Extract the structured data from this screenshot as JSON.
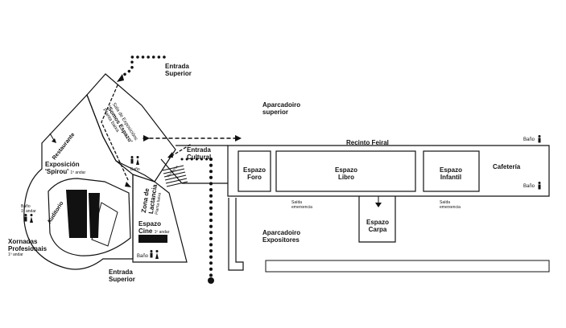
{
  "labels": {
    "entrada_superior_top": [
      "Entrada",
      "Superior"
    ],
    "entrada_superior_bottom": [
      "Entrada",
      "Superior"
    ],
    "aparcadoiro_superior": [
      "Aparcadoiro",
      "superior"
    ],
    "aparcadoiro_expositores": [
      "Aparcadoiro",
      "Expositores"
    ],
    "recinto_feiral": "Recinto Feiral",
    "espazo_foro": [
      "Espazo",
      "Foro"
    ],
    "espazo_libro": [
      "Espazo",
      "Libro"
    ],
    "espazo_infantil": [
      "Espazo",
      "Infantil"
    ],
    "cafeteria": "Cafetería",
    "espazo_carpa": [
      "Espazo",
      "Carpa"
    ],
    "saida_emergencia_1": [
      "Saída",
      "emerxencia"
    ],
    "saida_emergencia_2": [
      "Saída",
      "emerxencia"
    ],
    "entrada_cultural": [
      "Entrada",
      "Cultural"
    ],
    "espazo_cine": [
      "Espazo",
      "Cine"
    ],
    "cine_floor": "1º andar",
    "zona_lactancia": [
      "Zona de",
      "Lactancia"
    ],
    "lactancia_floor": "Planta baixa",
    "exposicion_spirou": [
      "Exposición",
      "'Spirou'"
    ],
    "spirou_floor": "1º andar",
    "restaurante": "Restaurante",
    "auditorio": "Auditorio",
    "xornadas": [
      "Xornadas",
      "Profesionais"
    ],
    "xornadas_floor": "1º andar",
    "sala_exposicions": [
      "Sala de Exposicións",
      "'Somos Espazo'",
      "Planta baixa"
    ],
    "bano": "Baño",
    "bano_floor": "1º andar",
    "stairs": "Escaleiras"
  },
  "icons": [
    "restroom-icon",
    "arrow-icon",
    "stairs-icon",
    "screen-icon",
    "seating-icon"
  ],
  "colors": {
    "ink": "#111111",
    "background": "#ffffff",
    "route": "#111111"
  }
}
